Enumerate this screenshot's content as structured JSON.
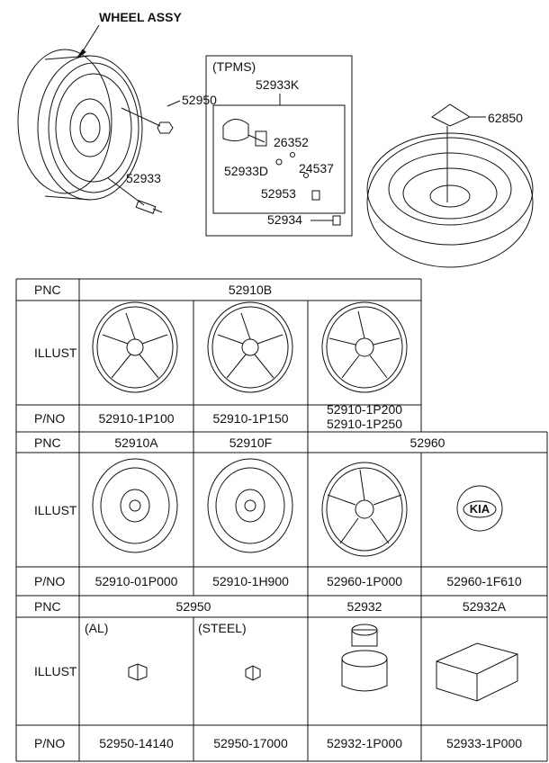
{
  "top": {
    "wheel_assy": "WHEEL ASSY",
    "callouts": {
      "c52950": "52950",
      "c52933": "52933",
      "tpms": "(TPMS)",
      "c52933K": "52933K",
      "c26352": "26352",
      "c52933D": "52933D",
      "c24537": "24537",
      "c52953": "52953",
      "c52934": "52934",
      "c62850": "62850"
    }
  },
  "table": {
    "headers": {
      "pnc": "PNC",
      "illust": "ILLUST",
      "pno": "P/NO"
    },
    "block1": {
      "pnc": "52910B",
      "pno": [
        "52910-1P100",
        "52910-1P150"
      ],
      "pno3": [
        "52910-1P200",
        "52910-1P250"
      ]
    },
    "block2": {
      "pnc": [
        "52910A",
        "52910F",
        "52960"
      ],
      "pno": [
        "52910-01P000",
        "52910-1H900",
        "52960-1P000",
        "52960-1F610"
      ],
      "badge_text": "KIA"
    },
    "block3": {
      "pnc": [
        "52950",
        "52932",
        "52932A"
      ],
      "sublabels": [
        "(AL)",
        "(STEEL)"
      ],
      "pno": [
        "52950-14140",
        "52950-17000",
        "52932-1P000",
        "52933-1P000"
      ]
    }
  }
}
